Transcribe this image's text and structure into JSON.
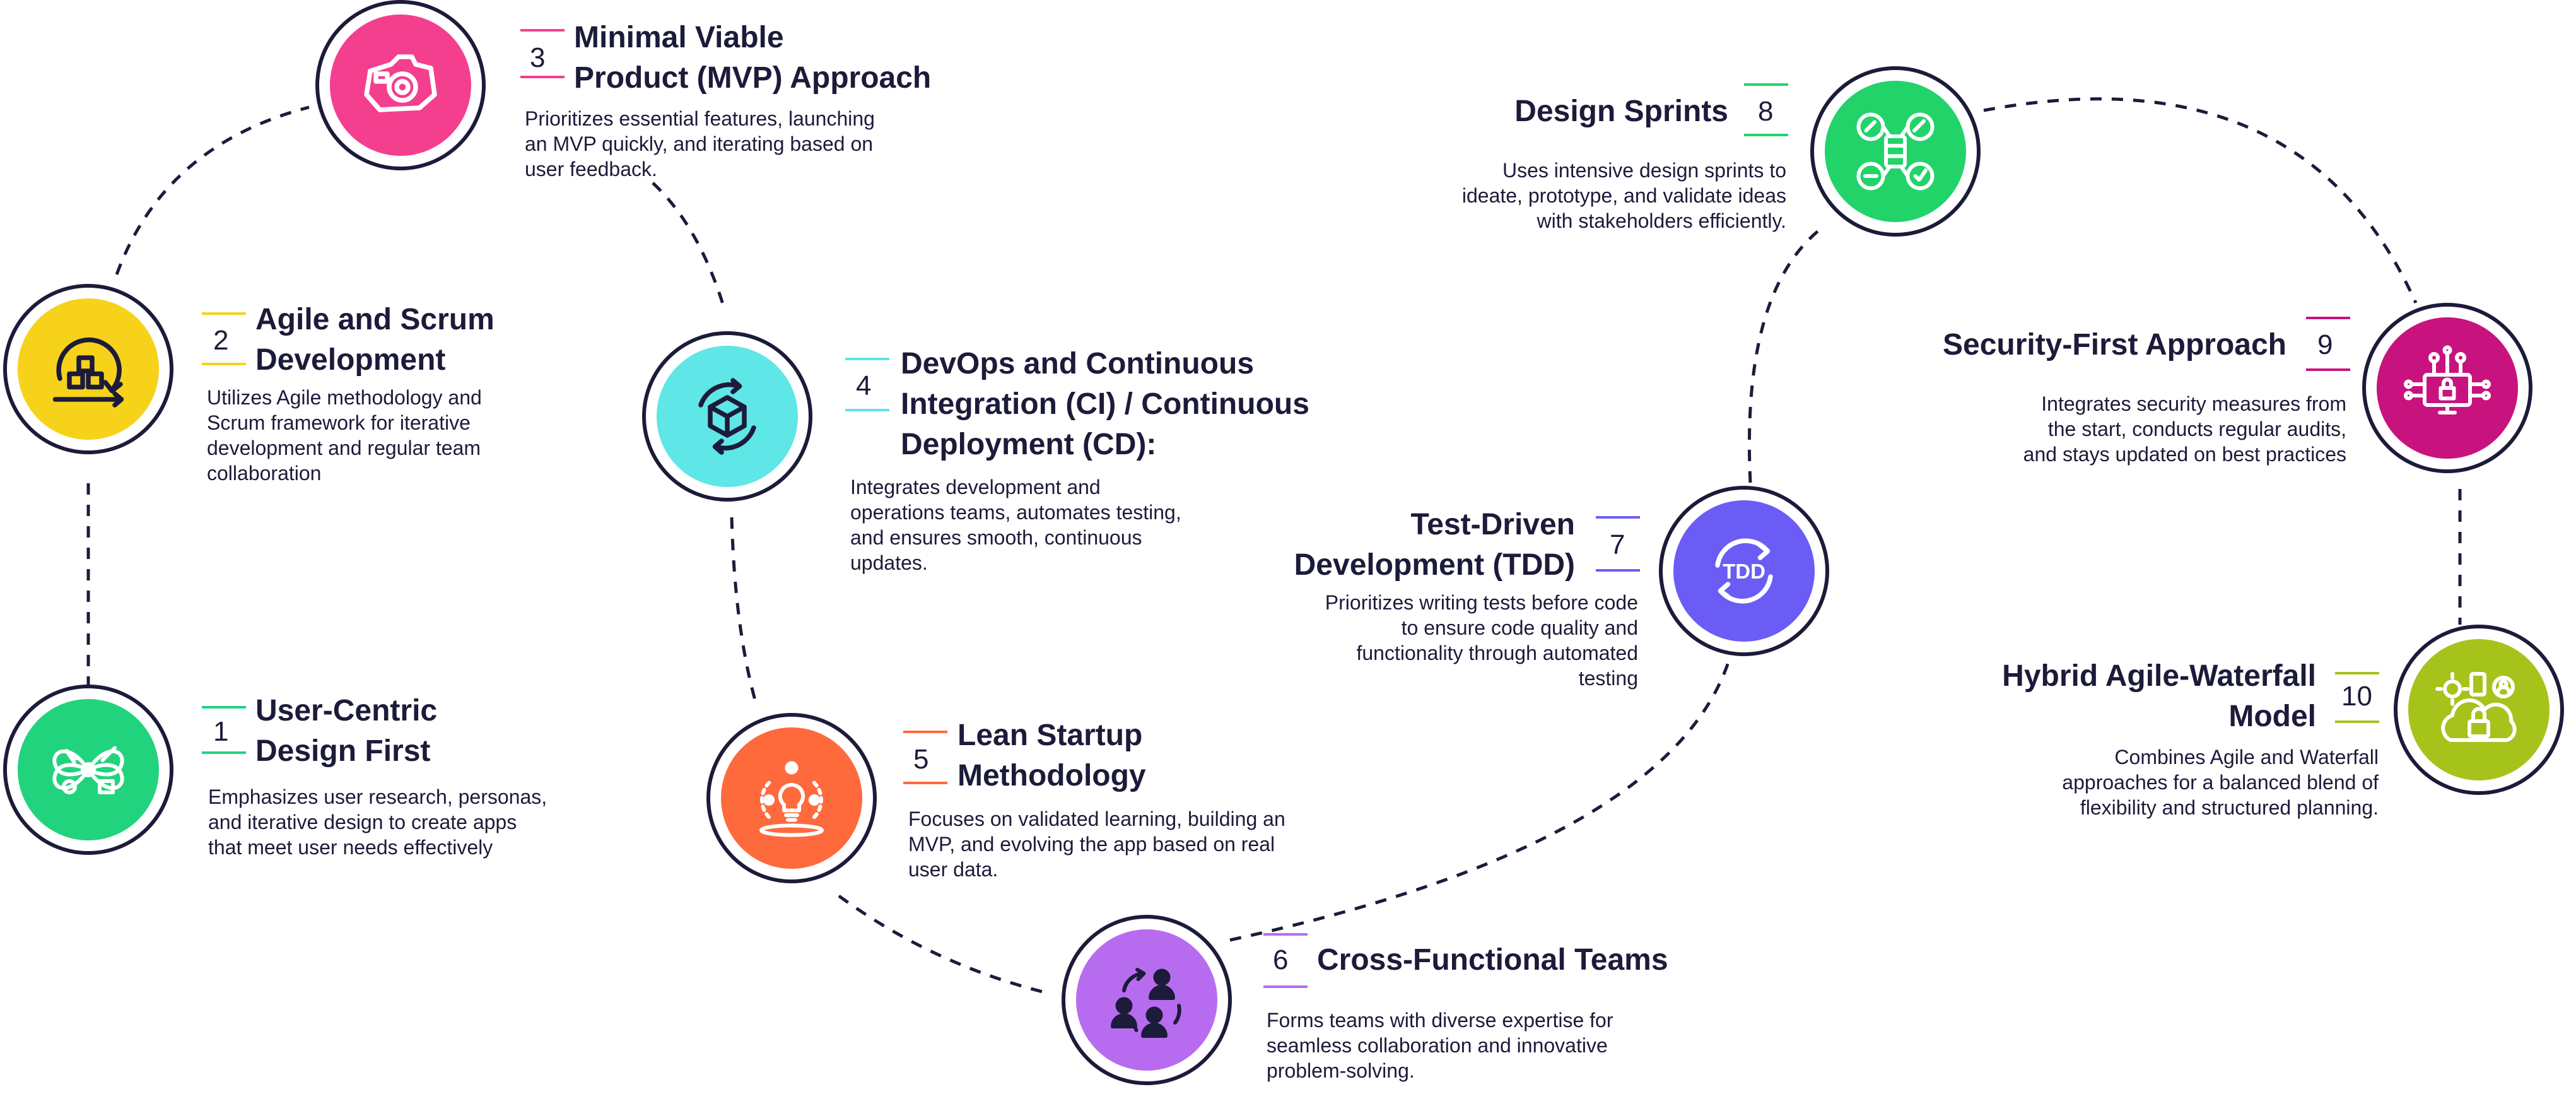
{
  "steps": [
    {
      "number": "1",
      "title_l1": "User-Centric",
      "title_l2": "Design First",
      "description": [
        "Emphasizes user research, personas,",
        "and iterative design to create apps",
        "that meet user needs effectively"
      ],
      "color": "#22d37e",
      "icon": "ux-design-icon"
    },
    {
      "number": "2",
      "title_l1": "Agile and Scrum",
      "title_l2": "Development",
      "description": [
        "Utilizes Agile methodology and",
        "Scrum framework for iterative",
        "development and regular team",
        "collaboration"
      ],
      "color": "#f7d21b",
      "icon": "scrum-cycle-icon"
    },
    {
      "number": "3",
      "title_l1": "Minimal Viable",
      "title_l2": "Product (MVP) Approach",
      "description": [
        "Prioritizes essential features, launching",
        "an MVP quickly, and iterating based on",
        "user feedback."
      ],
      "color": "#f43f8e",
      "icon": "product-camera-icon"
    },
    {
      "number": "4",
      "title_l1": "DevOps and Continuous",
      "title_l2": "Integration (CI) / Continuous",
      "title_l3": "Deployment (CD):",
      "description": [
        "Integrates development and",
        "operations teams, automates testing,",
        "and ensures smooth, continuous",
        "updates."
      ],
      "color": "#5fe6e6",
      "icon": "devops-cube-icon"
    },
    {
      "number": "5",
      "title_l1": "Lean Startup",
      "title_l2": "Methodology",
      "description": [
        "Focuses on validated learning, building an",
        "MVP, and evolving the app based on real",
        "user data."
      ],
      "color": "#ff6a3d",
      "icon": "lightbulb-icon"
    },
    {
      "number": "6",
      "title_l1": "Cross-Functional Teams",
      "description": [
        "Forms teams with diverse expertise for",
        "seamless collaboration and innovative",
        "problem-solving."
      ],
      "color": "#b76cf0",
      "icon": "team-cycle-icon"
    },
    {
      "number": "7",
      "title_l1": "Test-Driven",
      "title_l2": "Development (TDD)",
      "description": [
        "Prioritizes writing tests before code",
        "to ensure code quality and",
        "functionality through automated",
        "testing"
      ],
      "color": "#6b5cf6",
      "icon": "tdd-icon",
      "icon_text": "TDD"
    },
    {
      "number": "8",
      "title_l1": "Design Sprints",
      "description": [
        "Uses intensive design sprints to",
        "ideate, prototype, and validate ideas",
        "with stakeholders efficiently."
      ],
      "color": "#22d36a",
      "icon": "sprint-board-icon"
    },
    {
      "number": "9",
      "title_l1": "Security-First Approach",
      "description": [
        "Integrates security measures from",
        "the start, conducts regular audits,",
        "and stays updated on best practices"
      ],
      "color": "#c8137e",
      "icon": "security-monitor-icon"
    },
    {
      "number": "10",
      "title_l1": "Hybrid Agile-Waterfall",
      "title_l2": "Model",
      "description": [
        "Combines Agile and Waterfall",
        "approaches for a balanced blend of",
        "flexibility and structured planning."
      ],
      "color": "#a6c31c",
      "icon": "cloud-lock-icon"
    }
  ]
}
